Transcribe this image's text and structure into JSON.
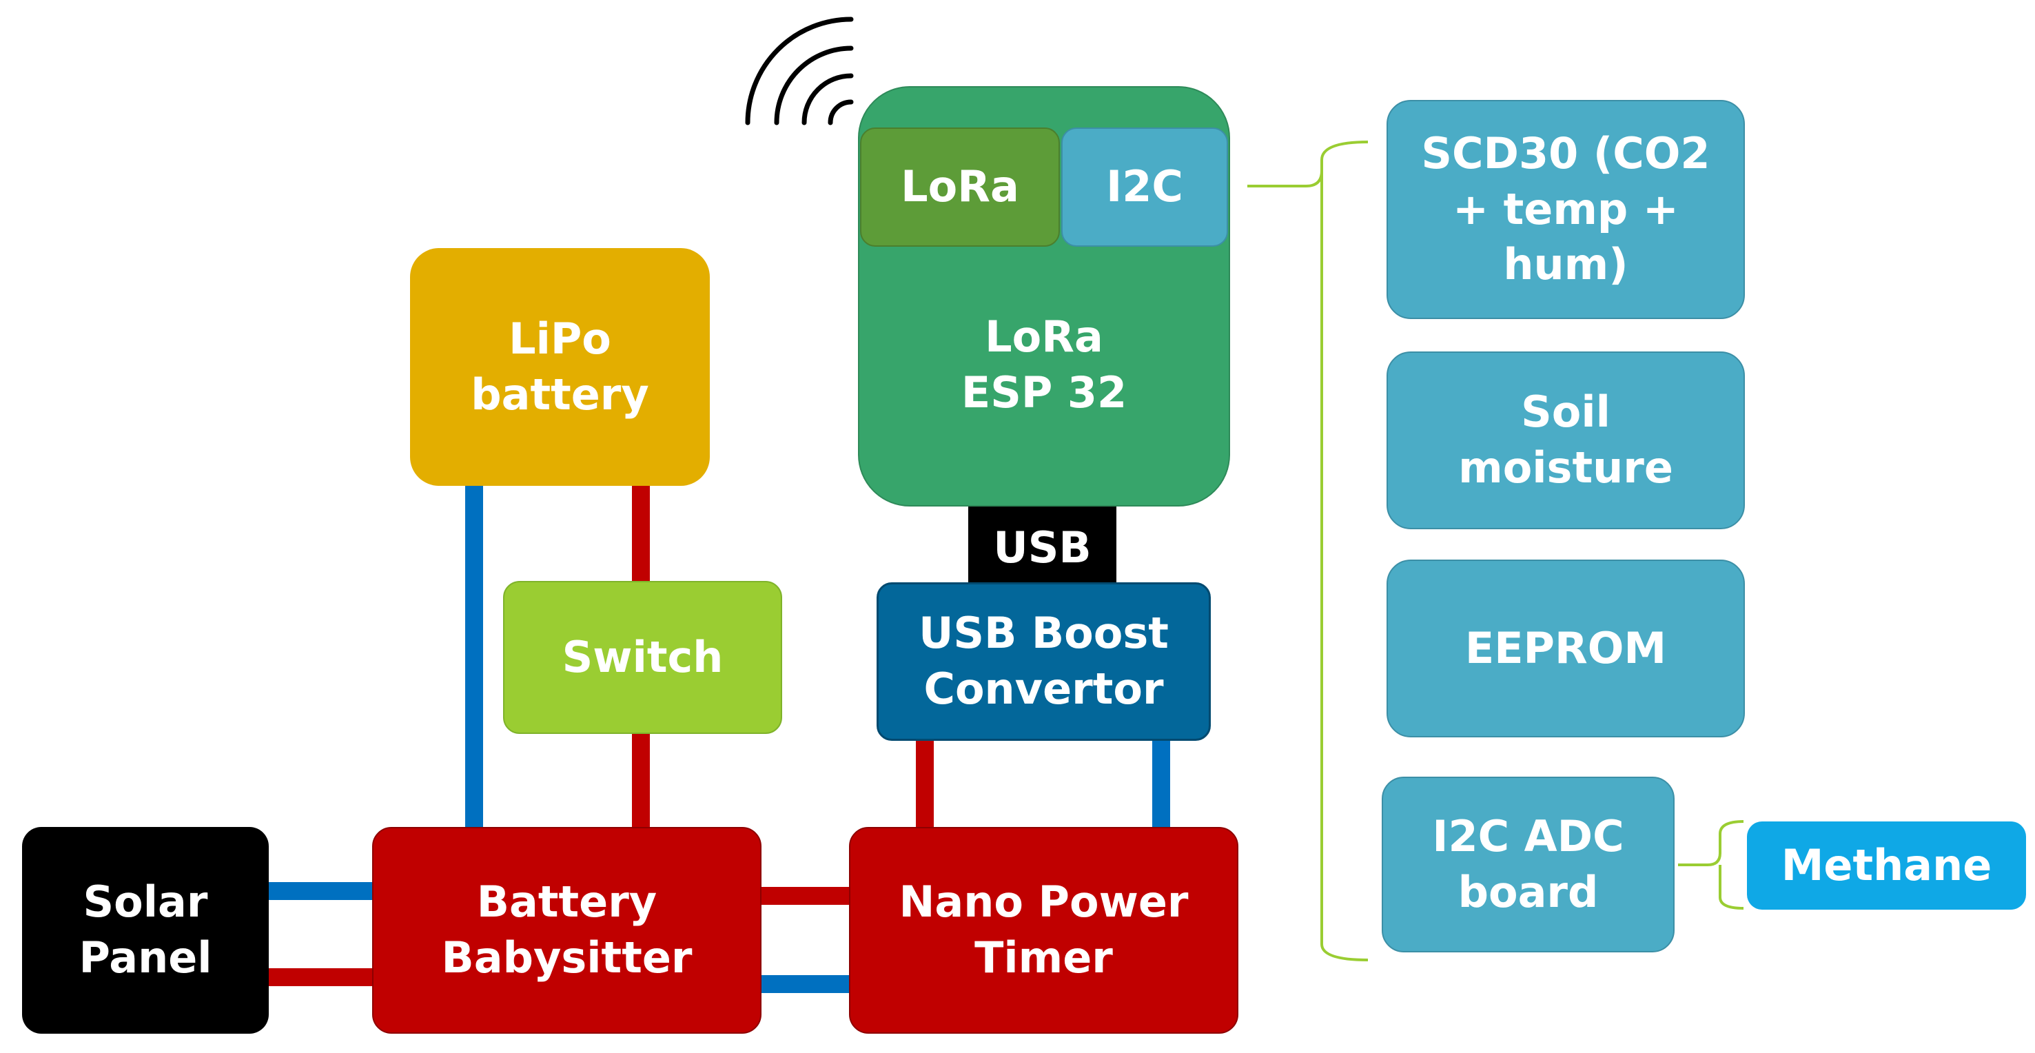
{
  "blocks": {
    "lipo": {
      "line1": "LiPo",
      "line2": "battery"
    },
    "switch": {
      "label": "Switch"
    },
    "solar": {
      "line1": "Solar",
      "line2": "Panel"
    },
    "babysitter": {
      "line1": "Battery",
      "line2": "Babysitter"
    },
    "timer": {
      "line1": "Nano Power",
      "line2": "Timer"
    },
    "esp": {
      "line1": "LoRa",
      "line2": "ESP 32"
    },
    "lora_module": {
      "label": "LoRa"
    },
    "i2c_port": {
      "label": "I2C"
    },
    "usb": {
      "label": "USB"
    },
    "boost": {
      "line1": "USB Boost",
      "line2": "Convertor"
    },
    "scd30": {
      "line1": "SCD30 (CO2",
      "line2": "+ temp +",
      "line3": "hum)"
    },
    "soil": {
      "line1": "Soil",
      "line2": "moisture"
    },
    "eeprom": {
      "label": "EEPROM"
    },
    "adc": {
      "line1": "I2C ADC",
      "line2": "board"
    },
    "methane": {
      "label": "Methane"
    }
  },
  "colors": {
    "power_red": "#C00000",
    "power_blue": "#0070C0",
    "esp_green": "#37A56B",
    "lora_green": "#5D9C38",
    "lipo_gold": "#E3AE00",
    "switch_green": "#9ACD32",
    "sensor_blue": "#4BACC6",
    "boost_blue": "#03679A",
    "methane_blue": "#0FA8E6",
    "bracket_green": "#9ACD32",
    "solar_black": "#000000"
  },
  "icons": {
    "wireless": "wireless-signal-icon"
  }
}
